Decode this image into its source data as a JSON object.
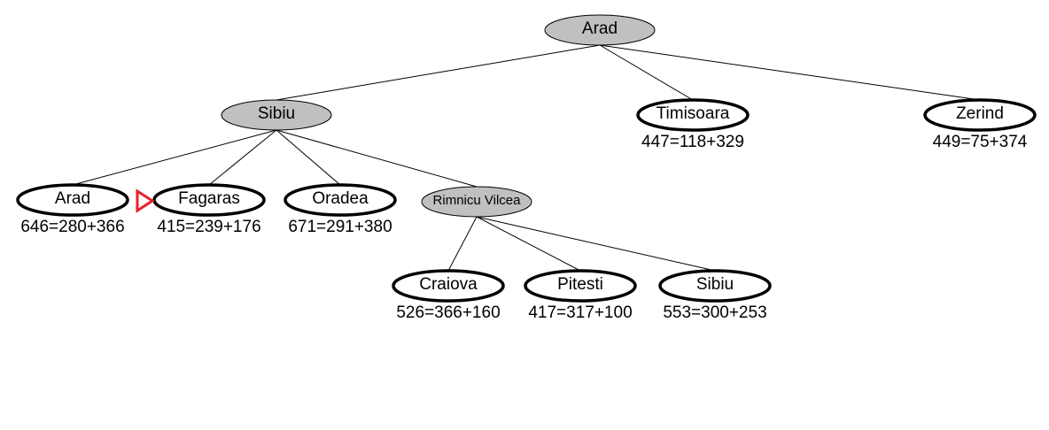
{
  "colors": {
    "expanded_fill": "#c0c0c0",
    "frontier_fill": "#ffffff",
    "outline": "#000000",
    "next_marker": "#e8202a"
  },
  "tree": {
    "nodes": [
      {
        "id": "arad-root",
        "label": "Arad",
        "state": "expanded",
        "score": ""
      },
      {
        "id": "sibiu",
        "label": "Sibiu",
        "state": "expanded",
        "score": ""
      },
      {
        "id": "timisoara",
        "label": "Timisoara",
        "state": "frontier",
        "score": "447=118+329"
      },
      {
        "id": "zerind",
        "label": "Zerind",
        "state": "frontier",
        "score": "449=75+374"
      },
      {
        "id": "arad-leaf",
        "label": "Arad",
        "state": "frontier",
        "score": "646=280+366"
      },
      {
        "id": "fagaras",
        "label": "Fagaras",
        "state": "frontier",
        "score": "415=239+176",
        "next": true
      },
      {
        "id": "oradea",
        "label": "Oradea",
        "state": "frontier",
        "score": "671=291+380"
      },
      {
        "id": "rimnicu-vilcea",
        "label": "Rimnicu Vilcea",
        "state": "expanded",
        "score": ""
      },
      {
        "id": "craiova",
        "label": "Craiova",
        "state": "frontier",
        "score": "526=366+160"
      },
      {
        "id": "pitesti",
        "label": "Pitesti",
        "state": "frontier",
        "score": "417=317+100"
      },
      {
        "id": "sibiu-leaf",
        "label": "Sibiu",
        "state": "frontier",
        "score": "553=300+253"
      }
    ],
    "edges": [
      [
        "arad-root",
        "sibiu"
      ],
      [
        "arad-root",
        "timisoara"
      ],
      [
        "arad-root",
        "zerind"
      ],
      [
        "sibiu",
        "arad-leaf"
      ],
      [
        "sibiu",
        "fagaras"
      ],
      [
        "sibiu",
        "oradea"
      ],
      [
        "sibiu",
        "rimnicu-vilcea"
      ],
      [
        "rimnicu-vilcea",
        "craiova"
      ],
      [
        "rimnicu-vilcea",
        "pitesti"
      ],
      [
        "rimnicu-vilcea",
        "sibiu-leaf"
      ]
    ]
  }
}
